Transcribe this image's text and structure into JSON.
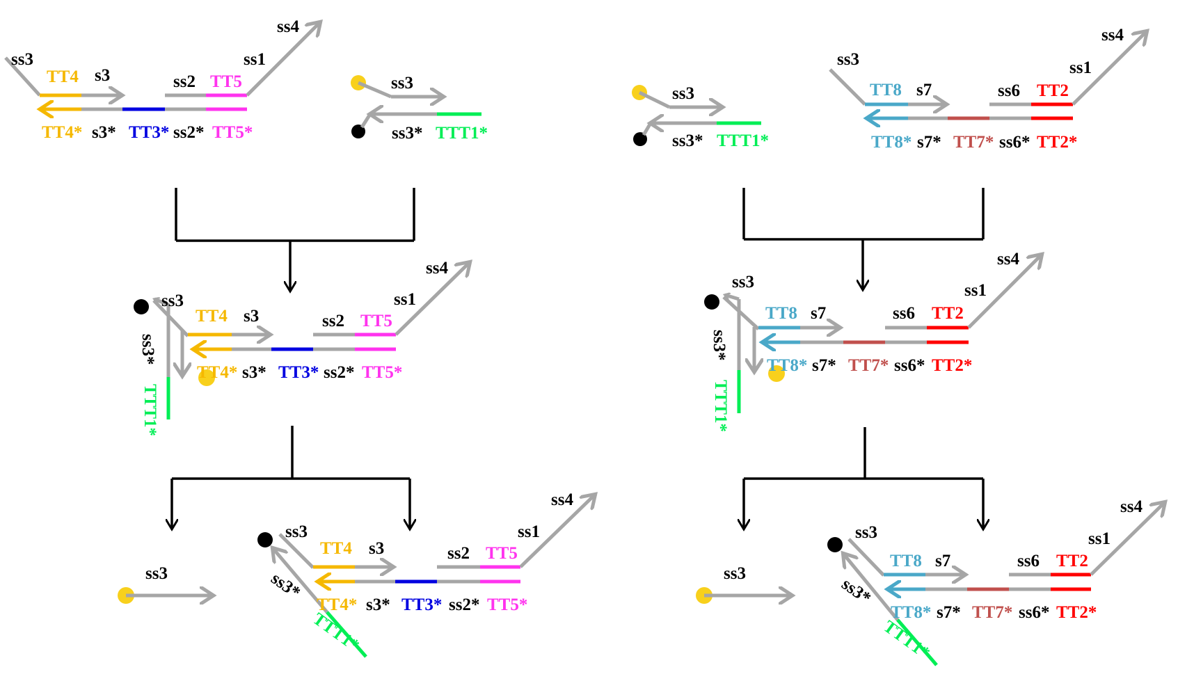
{
  "colors": {
    "strand": "#a6a6a6",
    "black": "#000000",
    "tt4": "#f5b800",
    "tt3": "#0000e0",
    "tt5": "#ff33ee",
    "ttt1": "#00ee55",
    "tt8": "#4aa8c8",
    "tt7": "#c0504d",
    "tt2": "#ff0000",
    "fluorophore": "#f8d01c",
    "quencher": "#000000"
  },
  "labels": {
    "ss1": "ss1",
    "ss2": "ss2",
    "ss3": "ss3",
    "ss4": "ss4",
    "ss6": "ss6",
    "s3": "s3",
    "s7": "s7",
    "s3_star": "s3*",
    "s7_star": "s7*",
    "ss2_star": "ss2*",
    "ss3_star": "ss3*",
    "ss6_star": "ss6*",
    "TT4": "TT4",
    "TT5": "TT5",
    "TT8": "TT8",
    "TT2": "TT2",
    "TT4_star": "TT4*",
    "TT3_star": "TT3*",
    "TT5_star": "TT5*",
    "TT8_star": "TT8*",
    "TT7_star": "TT7*",
    "TT2_star": "TT2*",
    "TTT1_star": "TTT1*"
  }
}
